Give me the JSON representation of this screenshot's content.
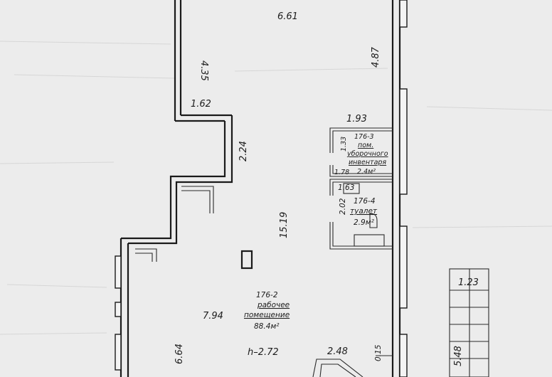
{
  "dimensions": {
    "top_width": "6.61",
    "left_upper": "4.35",
    "right_upper": "4.87",
    "offset_a": "1.62",
    "offset_b": "2.24",
    "storage_width": "1.93",
    "storage_height": "1.33",
    "storage_small": "1.78",
    "toilet_width": "1.63",
    "toilet_height": "2.02",
    "room_length": "15.19",
    "room_width": "7.94",
    "left_lower": "6.64",
    "bottom_a": "2.48",
    "bottom_b": "0.15",
    "stair_width": "1.23",
    "stair_length": "5.48"
  },
  "rooms": {
    "storage": {
      "number": "176-3",
      "name_line1": "пом.",
      "name_line2": "уборочного",
      "name_line3": "инвентаря",
      "area": "2.4м²"
    },
    "toilet": {
      "number": "176-4",
      "name": "туалет",
      "area": "2.9м²"
    },
    "workroom": {
      "number": "176-2",
      "name_line1": "рабочее",
      "name_line2": "помещение",
      "area": "88.4м²"
    }
  },
  "ceiling_height": "h–2.72",
  "colors": {
    "background": "#ececec",
    "line": "#1a1a1a"
  }
}
